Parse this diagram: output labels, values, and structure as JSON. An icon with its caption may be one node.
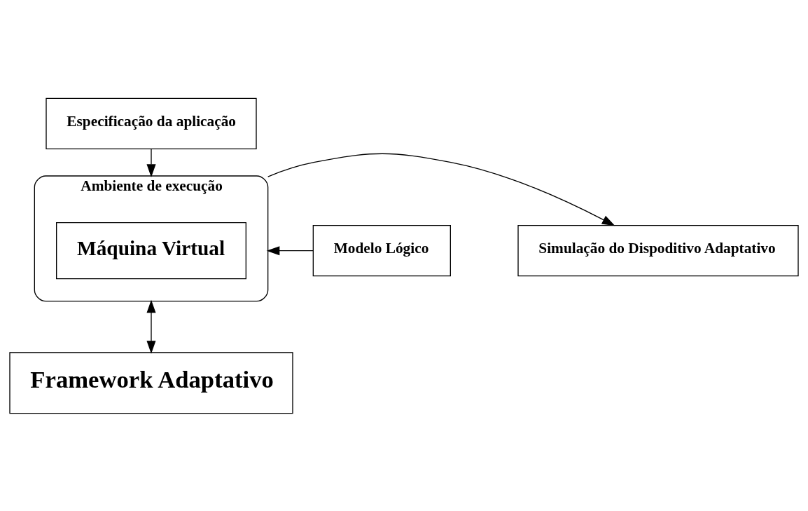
{
  "diagram": {
    "nodes": [
      {
        "text": [
          "Especificação da aplicação"
        ]
      },
      {
        "text": [
          "Modelo Lógico"
        ]
      },
      {
        "text": [
          "Ambiente de execução"
        ]
      },
      {
        "text": [
          "Máquina Virtual"
        ],
        "in": 2
      },
      {
        "text": [
          "Simulação do Dispoditivo Adaptativo"
        ]
      },
      {
        "text": [
          "Framework Adaptativo"
        ]
      }
    ],
    "edges": [
      {
        "from": 0,
        "to": 2,
        "arrow": "to"
      },
      {
        "from": 1,
        "to": 2,
        "arrow": "to"
      },
      {
        "from": 2,
        "to": 4,
        "arrow": "to"
      },
      {
        "from": 2,
        "to": 5,
        "arrow": "both"
      }
    ]
  }
}
